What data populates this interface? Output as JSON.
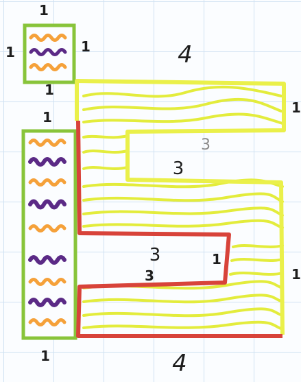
{
  "labels": {
    "top_tile_top": "1",
    "top_tile_left": "1",
    "top_tile_right": "1",
    "top_tile_bottom": "1",
    "left_strip_top": "1",
    "left_strip_bottom": "1",
    "top_width": "4",
    "right_top": "1",
    "upper_notch_gray": "3",
    "upper_notch_dark": "3",
    "lower_notch_depth": "3",
    "lower_notch_depth_2": "3",
    "lower_notch_inner": "1",
    "bottom_width": "4",
    "right_bottom": "1"
  },
  "colors": {
    "green": "#88c43a",
    "yellow": "#eaf04a",
    "red": "#d8433a",
    "orange": "#f5a13a",
    "purple": "#5b2a86"
  }
}
